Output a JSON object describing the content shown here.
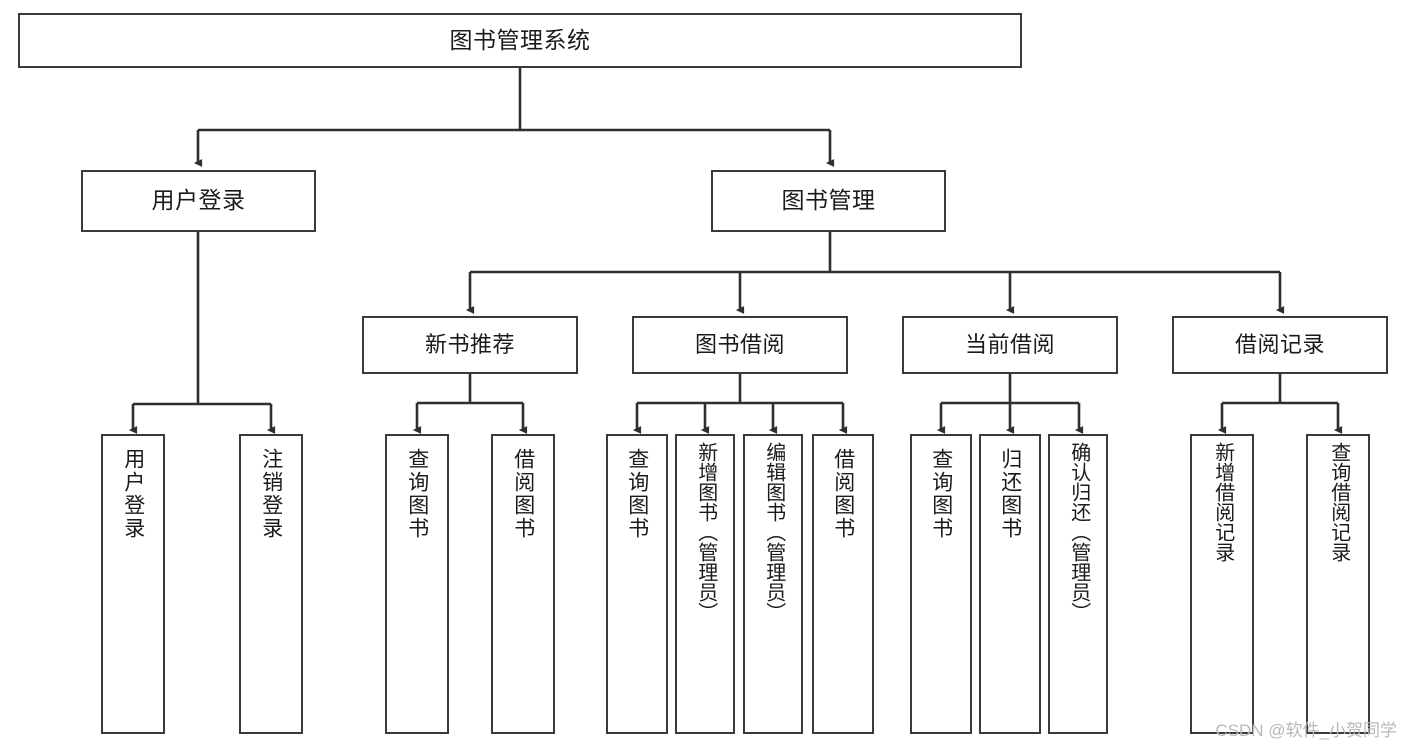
{
  "diagram": {
    "type": "tree-hierarchy",
    "title": "图书管理系统",
    "orientation": "top-down",
    "colors": {
      "node_border": "#3a3a3a",
      "node_fill": "#ffffff",
      "edge": "#2f2f2f",
      "text": "#1b1b1b",
      "watermark": "#b9b9b9",
      "background": "#ffffff"
    },
    "nodes": {
      "root": {
        "id": "root",
        "label": "图书管理系统",
        "level": 1
      },
      "level2": [
        {
          "id": "user-login",
          "label": "用户登录",
          "level": 2
        },
        {
          "id": "book-management",
          "label": "图书管理",
          "level": 2
        }
      ],
      "level3": [
        {
          "id": "new-book-recommend",
          "label": "新书推荐",
          "level": 3,
          "parent": "book-management"
        },
        {
          "id": "book-borrow",
          "label": "图书借阅",
          "level": 3,
          "parent": "book-management"
        },
        {
          "id": "current-borrow",
          "label": "当前借阅",
          "level": 3,
          "parent": "book-management"
        },
        {
          "id": "borrow-record",
          "label": "借阅记录",
          "level": 3,
          "parent": "book-management"
        }
      ],
      "leaves": [
        {
          "id": "leaf-user-login",
          "label": "用户登录",
          "parent": "user-login"
        },
        {
          "id": "leaf-logout-login",
          "label": "注销登录",
          "parent": "user-login"
        },
        {
          "id": "leaf-query-book-1",
          "label": "查询图书",
          "parent": "new-book-recommend"
        },
        {
          "id": "leaf-borrow-book-1",
          "label": "借阅图书",
          "parent": "new-book-recommend"
        },
        {
          "id": "leaf-query-book-2",
          "label": "查询图书",
          "parent": "book-borrow"
        },
        {
          "id": "leaf-add-book",
          "label": "新增图书（管理员）",
          "parent": "book-borrow"
        },
        {
          "id": "leaf-edit-book",
          "label": "编辑图书（管理员）",
          "parent": "book-borrow"
        },
        {
          "id": "leaf-borrow-book-2",
          "label": "借阅图书",
          "parent": "book-borrow"
        },
        {
          "id": "leaf-query-book-3",
          "label": "查询图书",
          "parent": "current-borrow"
        },
        {
          "id": "leaf-return-book",
          "label": "归还图书",
          "parent": "current-borrow"
        },
        {
          "id": "leaf-confirm-return",
          "label": "确认归还（管理员）",
          "parent": "current-borrow"
        },
        {
          "id": "leaf-add-record",
          "label": "新增借阅记录",
          "parent": "borrow-record"
        },
        {
          "id": "leaf-query-record",
          "label": "查询借阅记录",
          "parent": "borrow-record"
        }
      ]
    },
    "watermark": "CSDN @软件_小贺同学"
  }
}
